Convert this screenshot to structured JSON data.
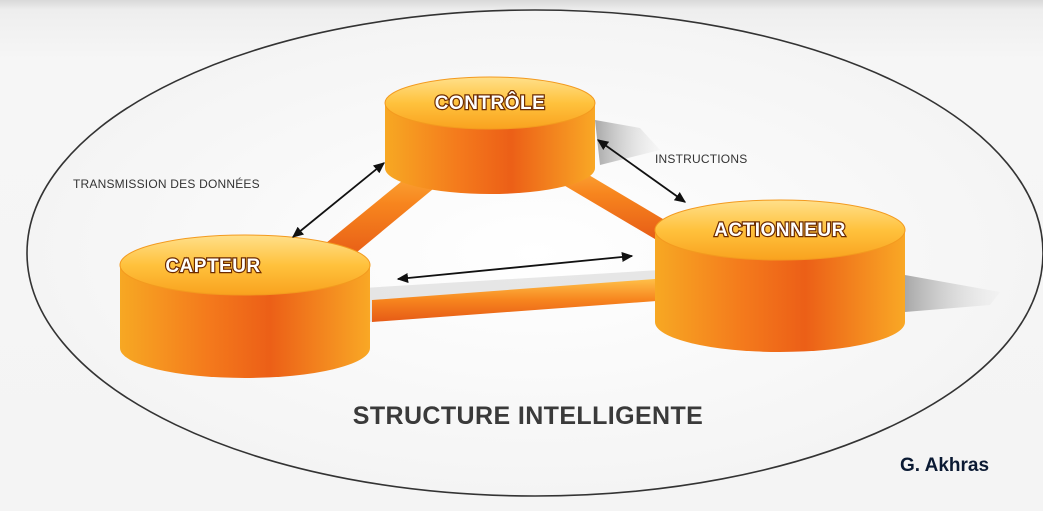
{
  "diagram": {
    "title": "STRUCTURE INTELLIGENTE",
    "nodes": {
      "controle": "CONTRÔLE",
      "capteur": "CAPTEUR",
      "actionneur": "ACTIONNEUR"
    },
    "edges": {
      "transmission": "TRANSMISSION DES DONNÉES",
      "instructions": "INSTRUCTIONS"
    }
  },
  "credit": "G. Akhras",
  "colors": {
    "cylinder_light": "#ffd066",
    "cylinder_mid": "#f7941d",
    "cylinder_dark": "#e8541a",
    "label_outline": "#6b2a00",
    "ellipse_stroke": "#333333"
  }
}
